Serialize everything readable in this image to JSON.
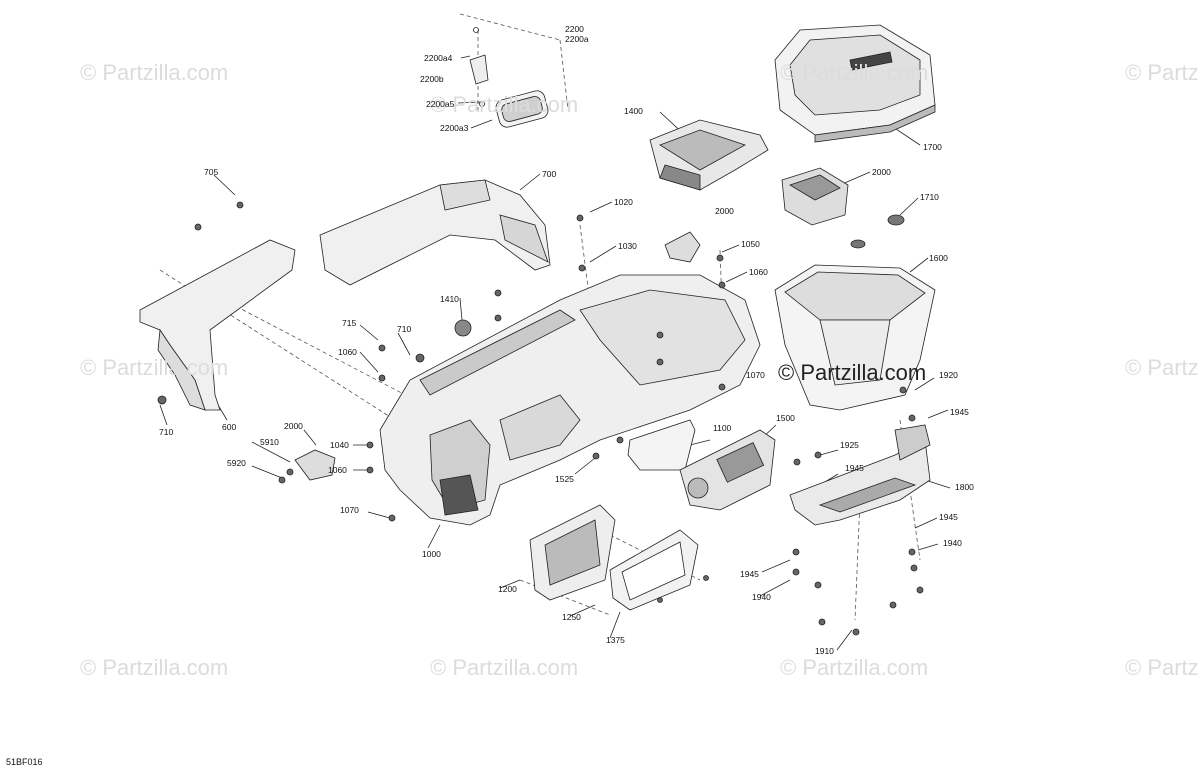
{
  "diagram_code": "51BF016",
  "watermark": {
    "small": "© Partzilla.com",
    "main": "© Partzilla.com"
  },
  "callouts": [
    {
      "id": "c2200",
      "text": "2200"
    },
    {
      "id": "c2200a",
      "text": "2200a"
    },
    {
      "id": "c2200a4",
      "text": "2200a4"
    },
    {
      "id": "c2200b",
      "text": "2200b"
    },
    {
      "id": "c2200a5",
      "text": "2200a5"
    },
    {
      "id": "c2200a3",
      "text": "2200a3"
    },
    {
      "id": "c1400",
      "text": "1400"
    },
    {
      "id": "c1700",
      "text": "1700"
    },
    {
      "id": "c2000a",
      "text": "2000"
    },
    {
      "id": "c2000b",
      "text": "2000"
    },
    {
      "id": "c1710",
      "text": "1710"
    },
    {
      "id": "c705",
      "text": "705"
    },
    {
      "id": "c700",
      "text": "700"
    },
    {
      "id": "c1020",
      "text": "1020"
    },
    {
      "id": "c1030",
      "text": "1030"
    },
    {
      "id": "c1050",
      "text": "1050"
    },
    {
      "id": "c1060a",
      "text": "1060"
    },
    {
      "id": "c1600",
      "text": "1600"
    },
    {
      "id": "c1410",
      "text": "1410"
    },
    {
      "id": "c715",
      "text": "715"
    },
    {
      "id": "c710a",
      "text": "710"
    },
    {
      "id": "c1060b",
      "text": "1060"
    },
    {
      "id": "c1070a",
      "text": "1070"
    },
    {
      "id": "c1920",
      "text": "1920"
    },
    {
      "id": "c1945a",
      "text": "1945"
    },
    {
      "id": "c710b",
      "text": "710"
    },
    {
      "id": "c600",
      "text": "600"
    },
    {
      "id": "c2000c",
      "text": "2000"
    },
    {
      "id": "c1040",
      "text": "1040"
    },
    {
      "id": "c5910",
      "text": "5910"
    },
    {
      "id": "c1060c",
      "text": "1060"
    },
    {
      "id": "c5920",
      "text": "5920"
    },
    {
      "id": "c1100",
      "text": "1100"
    },
    {
      "id": "c1500",
      "text": "1500"
    },
    {
      "id": "c1925",
      "text": "1925"
    },
    {
      "id": "c1945b",
      "text": "1945"
    },
    {
      "id": "c1525",
      "text": "1525"
    },
    {
      "id": "c1800",
      "text": "1800"
    },
    {
      "id": "c1070b",
      "text": "1070"
    },
    {
      "id": "c1000",
      "text": "1000"
    },
    {
      "id": "c1945c",
      "text": "1945"
    },
    {
      "id": "c1940a",
      "text": "1940"
    },
    {
      "id": "c1945d",
      "text": "1945"
    },
    {
      "id": "c1200",
      "text": "1200"
    },
    {
      "id": "c1940b",
      "text": "1940"
    },
    {
      "id": "c1250",
      "text": "1250"
    },
    {
      "id": "c1375",
      "text": "1375"
    },
    {
      "id": "c1910",
      "text": "1910"
    }
  ]
}
